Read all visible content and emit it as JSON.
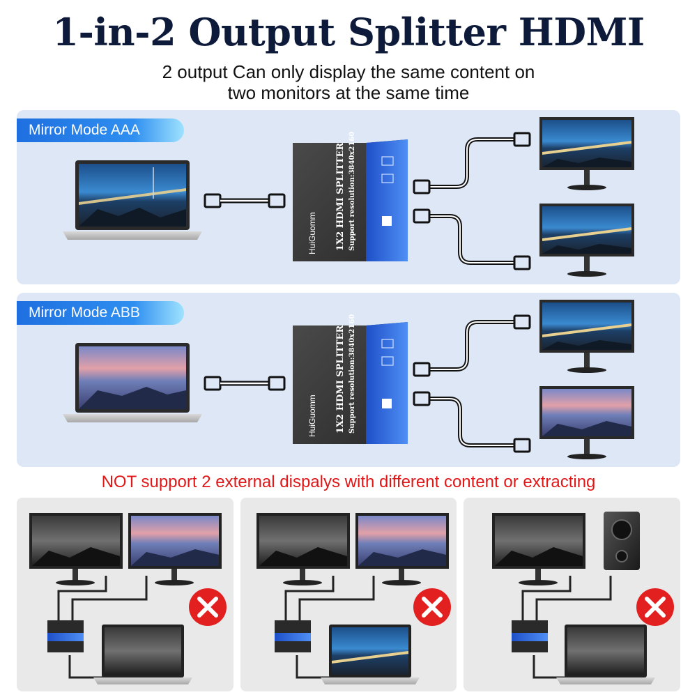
{
  "header": {
    "title": "1-in-2 Output Splitter HDMI",
    "subtitle_line1": "2 output Can only display the same content on",
    "subtitle_line2": "two monitors at the same time"
  },
  "panels": [
    {
      "mode_label": "Mirror Mode   AAA"
    },
    {
      "mode_label": "Mirror Mode   ABB"
    }
  ],
  "splitter": {
    "model": "1X2",
    "name": "HDMI SPLITTER",
    "resolution": "Support resolution:3840x2160",
    "brand": "HuiGu",
    "brand_mark": "omm"
  },
  "warning": {
    "text": "NOT support 2 external dispalys with different content or extracting"
  },
  "colors": {
    "title": "#0d1a3a",
    "panel_bg": "#dde7f6",
    "mode_tag": "#1f6fe0",
    "warning": "#e01818",
    "card_bg": "#e9e9e9",
    "error_badge": "#e32020"
  },
  "icons": {
    "laptop": "laptop-icon",
    "monitor": "monitor-icon",
    "hdmi": "hdmi-connector-icon",
    "splitter": "hdmi-splitter-icon",
    "speaker": "speaker-icon",
    "error": "error-x-icon"
  }
}
